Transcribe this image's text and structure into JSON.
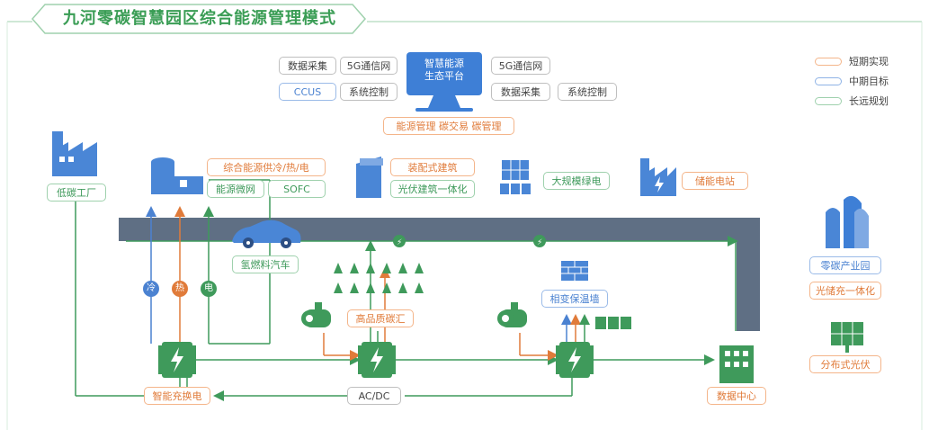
{
  "title": "九河零碳智慧园区综合能源管理模式",
  "legend": [
    {
      "label": "短期实现",
      "color": "#f4b58a"
    },
    {
      "label": "中期目标",
      "color": "#8fb3e6"
    },
    {
      "label": "长远规划",
      "color": "#9fd1ad"
    }
  ],
  "platform": {
    "line1": "智慧能源",
    "line2": "生态平台"
  },
  "platform_left_tags": [
    "数据采集",
    "5G通信网",
    "CCUS",
    "系统控制"
  ],
  "platform_right_tags": [
    "5G通信网",
    "数据采集",
    "系统控制"
  ],
  "platform_bottom": "能源管理 碳交易 碳管理",
  "nodes": {
    "low_carbon_factory": "低碳工厂",
    "energy_supply": "综合能源供冷/热/电",
    "energy_microgrid": "能源微网",
    "sofc": "SOFC",
    "prefab_building": "装配式建筑",
    "bipv": "光伏建筑一体化",
    "large_green_power": "大规模绿电",
    "storage_station": "储能电站",
    "hydrogen_car": "氢燃料汽车",
    "carbon_sink": "高品质碳汇",
    "phase_wall": "相变保温墙",
    "zero_carbon_park": "零碳产业园",
    "pv_storage_charge": "光储充一体化",
    "distributed_pv": "分布式光伏",
    "smart_charge": "智能充换电",
    "acdc": "AC/DC",
    "data_center": "数据中心"
  },
  "supply_tags": [
    {
      "label": "冷",
      "color": "#4b82d1"
    },
    {
      "label": "热",
      "color": "#e07b3a"
    },
    {
      "label": "电",
      "color": "#3f9a5b"
    }
  ],
  "colors": {
    "green": "#3f9a5b",
    "orange": "#e07b3a",
    "blue": "#4b82d1",
    "icon_blue": "#4a86d6",
    "road": "#5f6f84"
  }
}
